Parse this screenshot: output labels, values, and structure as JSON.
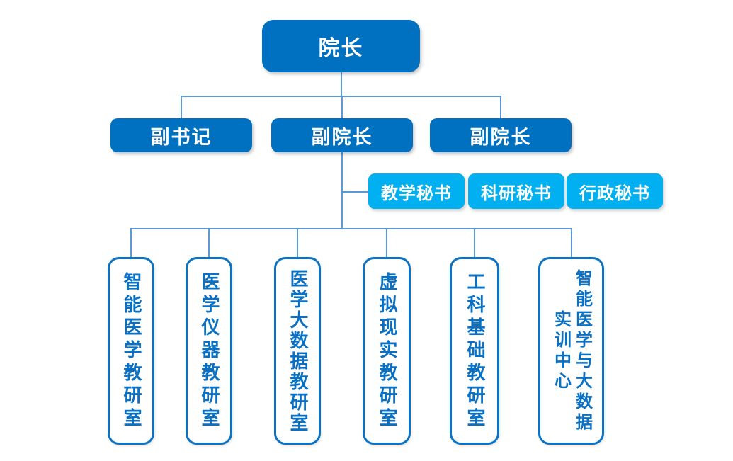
{
  "diagram": {
    "type": "org-chart",
    "root": {
      "label": "院长"
    },
    "leaders": [
      {
        "label": "副书记"
      },
      {
        "label": "副院长"
      },
      {
        "label": "副院长"
      }
    ],
    "secretaries": [
      {
        "label": "教学秘书"
      },
      {
        "label": "科研秘书"
      },
      {
        "label": "行政秘书"
      }
    ],
    "departments": [
      {
        "label": "智能医学教研室"
      },
      {
        "label": "医学仪器教研室"
      },
      {
        "label": "医学大数据教研室"
      },
      {
        "label": "虚拟现实教研室"
      },
      {
        "label": "工科基础教研室"
      },
      {
        "label": "智能医学与大数据\n实训中心"
      }
    ],
    "colors": {
      "primary_blue": "#0070C0",
      "accent_cyan": "#00B0F0",
      "connector_blue": "#5B9BD5",
      "department_border": "#0B72C4",
      "department_text": "#0A70C4",
      "background": "#FFFFFF"
    }
  }
}
